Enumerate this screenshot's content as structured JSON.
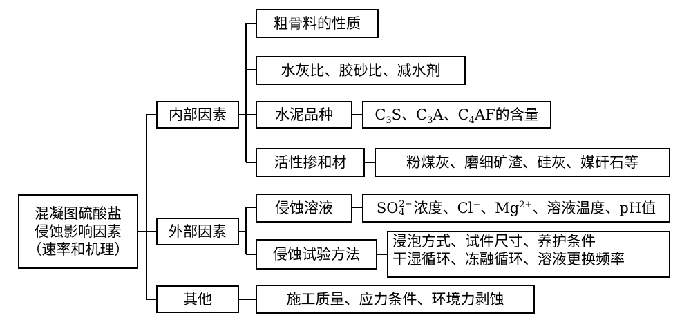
{
  "root": {
    "lines": [
      "混凝图硫酸盐",
      "侵蚀影响因素",
      "（速率和机理）"
    ]
  },
  "categories": [
    {
      "label": "内部因素",
      "children": [
        {
          "label": "粗骨料的性质"
        },
        {
          "label": "水灰比、胶砂比、减水剂"
        },
        {
          "label": "水泥品种",
          "detail": {
            "parts": [
              "C",
              "3",
              "S、C",
              "3",
              "A、C",
              "4",
              "AF的含量"
            ]
          }
        },
        {
          "label": "活性掺和材",
          "detail": {
            "text": "粉煤灰、磨细矿渣、硅灰、媒矸石等"
          }
        }
      ]
    },
    {
      "label": "外部因素",
      "children": [
        {
          "label": "侵蚀溶液",
          "detail": {
            "so4": "SO",
            "so4_sub": "4",
            "so4_sup": "2−",
            "after_so4": "浓度、Cl",
            "cl_sup": "−",
            "mg": "、Mg",
            "mg_sup": "2+",
            "tail": "、溶液温度、pH值"
          }
        },
        {
          "label": "侵蚀试验方法",
          "detail": {
            "lines": [
              "浸泡方式、试件尺寸、养护条件",
              "干湿循环、冻融循环、溶液更换频率"
            ]
          }
        }
      ]
    },
    {
      "label": "其他",
      "children": [
        {
          "label": "施工质量、应力条件、环境力剥蚀"
        }
      ]
    }
  ]
}
